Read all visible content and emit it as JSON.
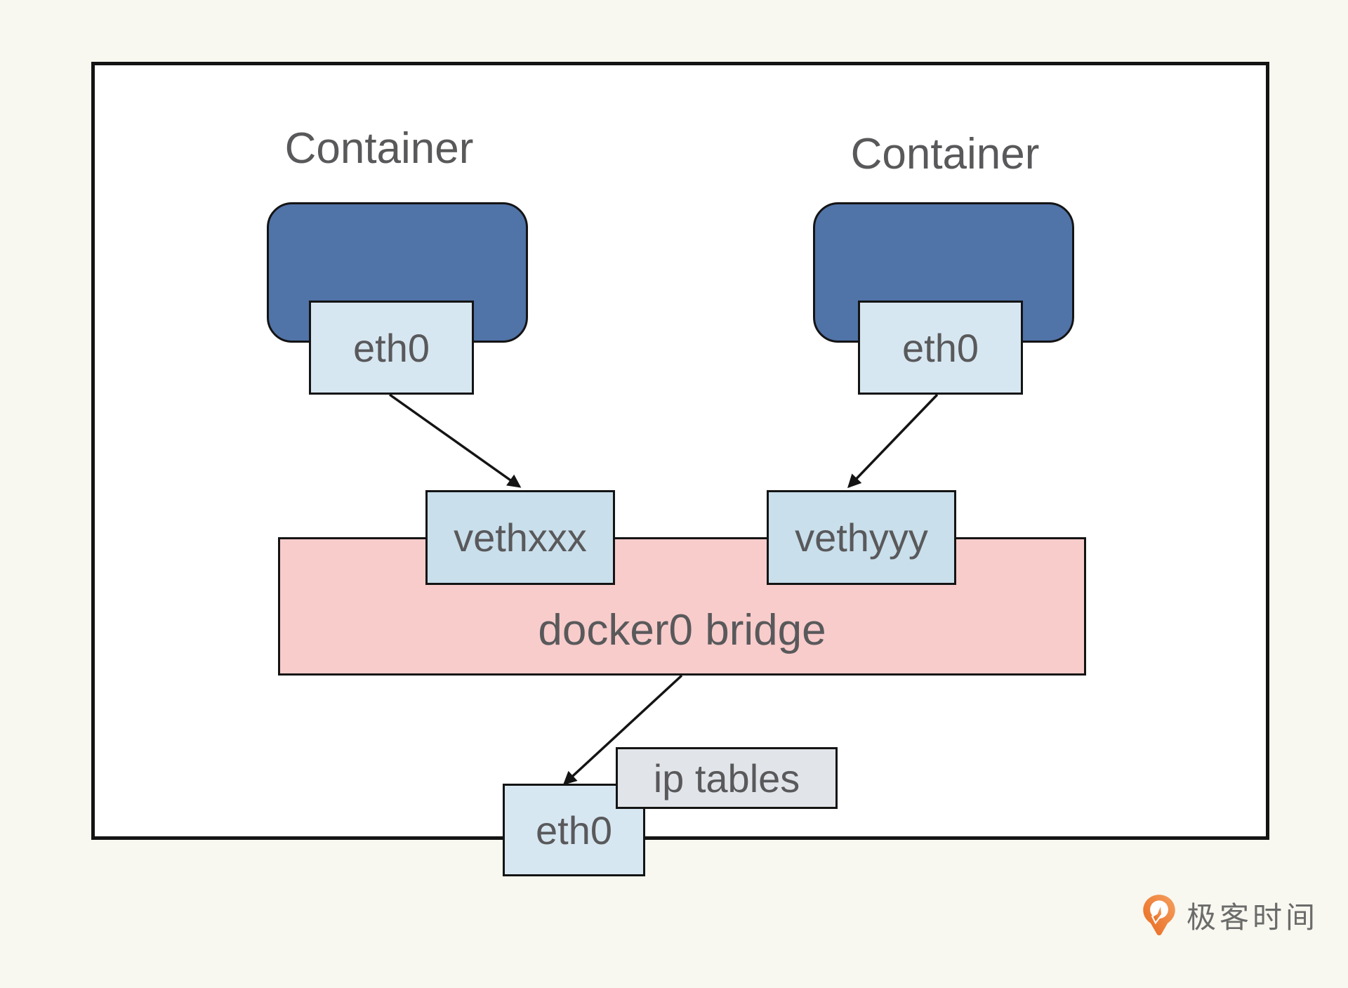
{
  "colors": {
    "page_bg": "#f8f8f0",
    "diagram_bg": "#ffffff",
    "border": "#141414",
    "container_fill": "#5073a8",
    "eth_fill": "#d7e7f1",
    "veth_fill": "#c9dfeb",
    "bridge_fill": "#f8cccb",
    "iptables_fill": "#e1e5e9",
    "text": "#59595b",
    "logo_orange_dark": "#e8681f",
    "logo_orange_light": "#f5a05f",
    "logo_text": "#6b6b6b"
  },
  "diagram": {
    "container_left": {
      "label": "Container"
    },
    "container_right": {
      "label": "Container"
    },
    "eth0_left": {
      "label": "eth0"
    },
    "eth0_right": {
      "label": "eth0"
    },
    "veth_left": {
      "label": "vethxxx"
    },
    "veth_right": {
      "label": "vethyyy"
    },
    "bridge": {
      "label": "docker0 bridge"
    },
    "iptables": {
      "label": "ip tables"
    },
    "eth0_host": {
      "label": "eth0"
    }
  },
  "logo": {
    "icon": "geektime-pin-icon",
    "text": "极客时间"
  }
}
